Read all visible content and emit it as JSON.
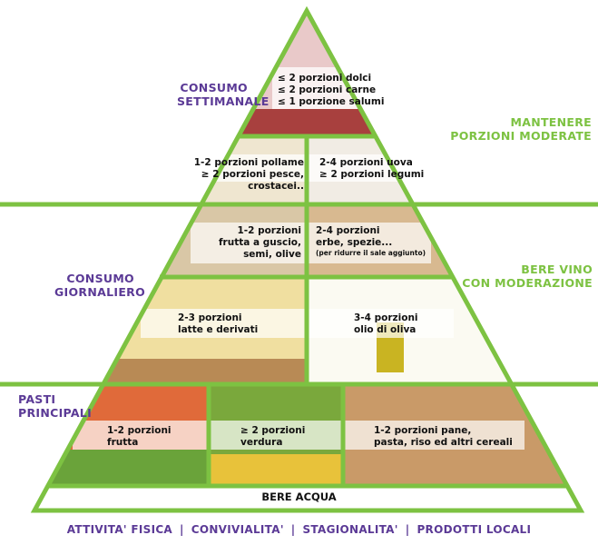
{
  "side_labels": {
    "weekly": [
      "CONSUMO",
      "SETTIMANALE"
    ],
    "moderate": [
      "MANTENERE",
      "PORZIONI MODERATE"
    ],
    "daily": [
      "CONSUMO",
      "GIORNALIERO"
    ],
    "wine": [
      "BERE VINO",
      "CON MODERAZIONE"
    ],
    "meals": [
      "PASTI",
      "PRINCIPALI"
    ]
  },
  "tiers": {
    "top": [
      "≤ 2 porzioni dolci",
      "≤ 2 porzioni carne",
      "≤ 1 porzione salumi"
    ],
    "poultry": [
      "1-2 porzioni pollame",
      "≥ 2 porzioni pesce, crostacei.."
    ],
    "eggs": [
      "2-4 porzioni uova",
      "≥ 2 porzioni legumi"
    ],
    "nuts": [
      "1-2 porzioni",
      "frutta a guscio,",
      "semi, olive"
    ],
    "herbs": [
      "2-4 porzioni",
      "erbe, spezie...",
      "(per ridurre il sale aggiunto)"
    ],
    "dairy": [
      "2-3 porzioni",
      "latte e derivati"
    ],
    "oil": [
      "3-4 porzioni",
      "olio di oliva"
    ],
    "fruit": [
      "1-2 porzioni",
      "frutta"
    ],
    "veg": [
      "≥ 2 porzioni",
      "verdura"
    ],
    "cereals": [
      "1-2 porzioni pane,",
      "pasta, riso ed altri cereali"
    ],
    "water": "BERE ACQUA"
  },
  "footer": [
    "ATTIVITA' FISICA",
    "CONVIVIALITA'",
    "STAGIONALITA'",
    "PRODOTTI LOCALI"
  ],
  "footer_sep": "|",
  "colors": {
    "green": "#7dc242",
    "purple": "#5b3a96"
  }
}
